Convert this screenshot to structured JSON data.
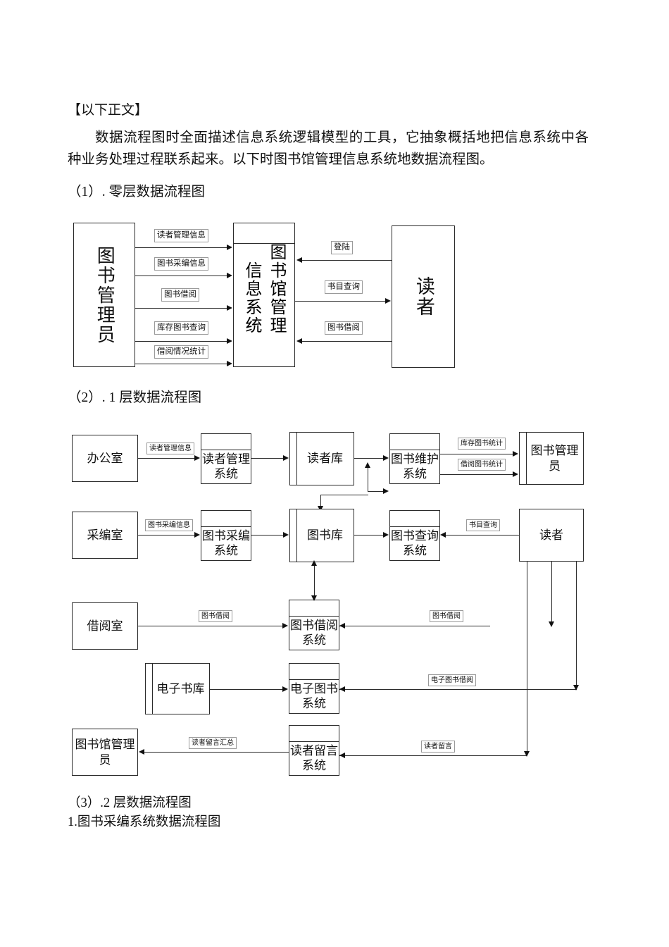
{
  "document": {
    "heading": "【以下正文】",
    "intro_paragraph": "数据流程图时全面描述信息系统逻辑模型的工具，它抽象概括地把信息系统中各种业务处理过程联系起来。以下时图书馆管理信息系统地数据流程图。",
    "section1_caption": "（1）. 零层数据流程图",
    "section2_caption": "（2）. 1 层数据流程图",
    "section3_caption": "（3）.2 层数据流程图",
    "section3_subcaption": "1.图书采编系统数据流程图"
  },
  "diagram0": {
    "name": "零层数据流程图",
    "entities": {
      "librarian": "图书管理员",
      "system_right": "图书馆管理",
      "system_left": "信息系统",
      "reader": "读者"
    },
    "flows_left": [
      "读者管理信息",
      "图书采编信息",
      "图书借阅",
      "库存图书查询",
      "借阅情况统计"
    ],
    "flows_right": [
      "登陆",
      "书目查询",
      "图书借阅"
    ]
  },
  "diagram1": {
    "name": "1 层数据流程图",
    "nodes": {
      "office": "办公室",
      "reader_mgmt_system": "读者管理系统",
      "reader_store": "读者库",
      "book_maint_system": "图书维护系统",
      "librarian_right": "图书管理员",
      "acquisition_office": "采编室",
      "acquisition_system": "图书采编系统",
      "book_store": "图书库",
      "book_query_system": "图书查询系统",
      "reader_right": "读者",
      "lending_office": "借阅室",
      "lending_system": "图书借阅系统",
      "ebook_store": "电子书库",
      "ebook_system": "电子图书系统",
      "librarian_bottom": "图书馆管理员",
      "message_system": "读者留言系统"
    },
    "flow_labels": {
      "reader_mgmt_info": "读者管理信息",
      "stock_stats": "库存图书统计",
      "lending_stats": "借阅图书统计",
      "acq_info": "图书采编信息",
      "catalog_query": "书目查询",
      "book_lending_left": "图书借阅",
      "book_lending_right": "图书借阅",
      "ebook_lending": "电子图书借阅",
      "message_summary": "读者留言汇总",
      "reader_message": "读者留言"
    }
  },
  "colors": {
    "ink": "#111111",
    "stroke": "#2a2a2a",
    "label_border": "#9a9a9a",
    "paper": "#ffffff"
  }
}
